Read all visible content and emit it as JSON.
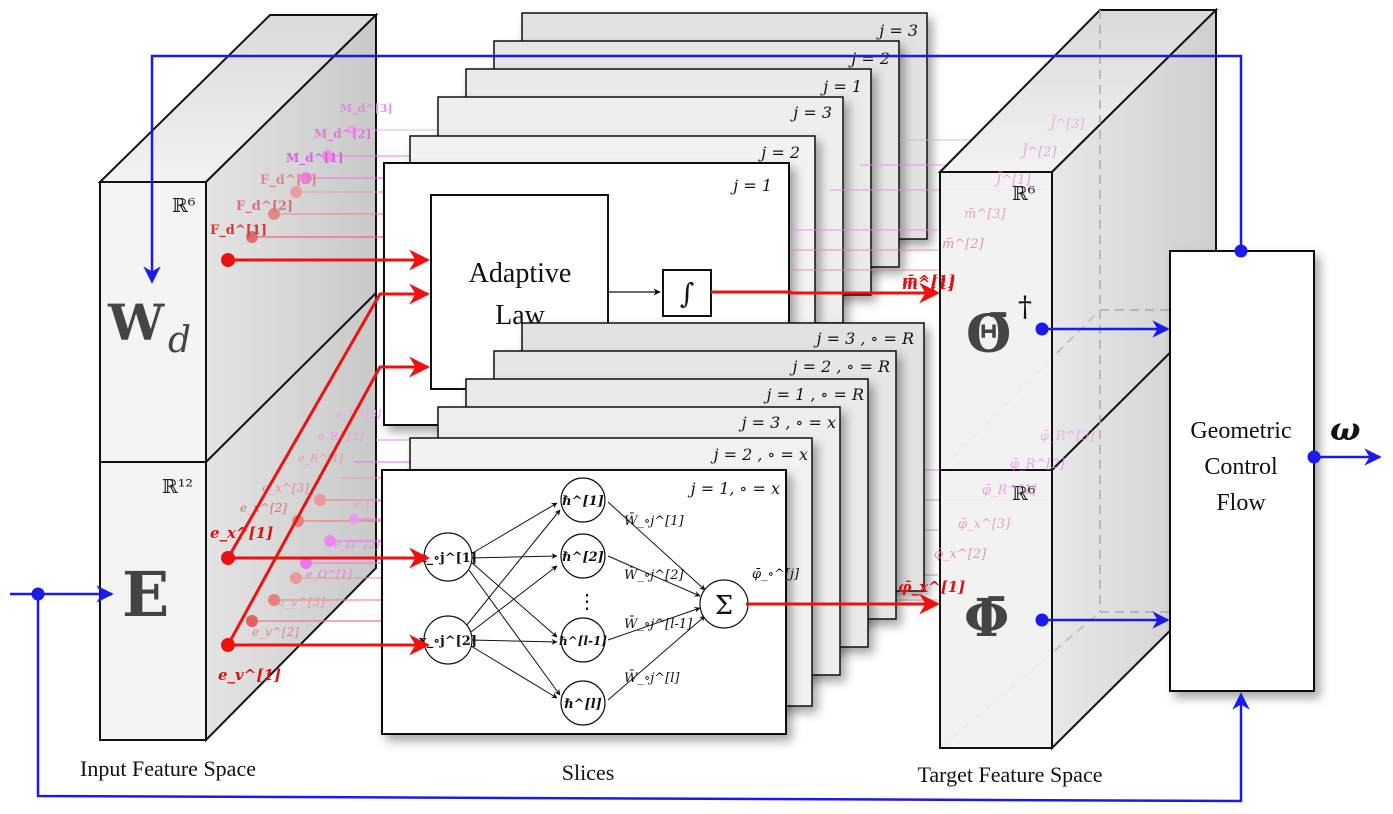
{
  "captions": {
    "input": "Input Feature Space",
    "slices": "Slices",
    "target": "Target Feature Space"
  },
  "input_space": {
    "upper_block": {
      "space": "ℝ⁶",
      "symbol": "W",
      "subscript": "d"
    },
    "lower_block": {
      "space": "ℝ¹²",
      "symbol": "E"
    },
    "wrench_features": [
      "F_d^[1]",
      "F_d^[2]",
      "F_d^[3]",
      "M_d^[1]",
      "M_d^[2]",
      "M_d^[3]"
    ],
    "error_features": [
      "e_x^[1]",
      "e_x^[2]",
      "e_x^[3]",
      "e_R^[1]",
      "e_R^[2]",
      "e_R^[3]",
      "e_Ω^[1]",
      "e_Ω^[2]",
      "e_Ω^[3]",
      "e_v^[1]",
      "e_v^[2]",
      "e_v^[3]"
    ]
  },
  "adaptive_slices": {
    "stack_labels": [
      "j = 3",
      "j = 2",
      "j = 1",
      "j = 3",
      "j = 2",
      "j = 1"
    ],
    "law_label_line1": "Adaptive",
    "law_label_line2": "Law",
    "integrator": "∫",
    "output": "m̄^[1]"
  },
  "network_slices": {
    "stack_labels": [
      "j = 3 , ∘ = R",
      "j = 2 , ∘ = R",
      "j = 1 , ∘ = R",
      "j = 3 , ∘ = x",
      "j = 2 , ∘ = x",
      "j = 1, ∘ = x"
    ],
    "inputs": [
      "x_∘j^[1]",
      "x_∘j^[2]"
    ],
    "hidden": [
      "ℏ^[1]",
      "ℏ^[2]",
      "⋮",
      "ℏ^[l-1]",
      "ℏ^[l]"
    ],
    "weights": [
      "W̄_∘j^[1]",
      "W̄_∘j^[2]",
      "W̄_∘j^[l-1]",
      "W̄_∘j^[l]"
    ],
    "sum": "Σ",
    "output": "φ̄_∘^[j]"
  },
  "target_space": {
    "upper_block": {
      "space": "ℝ⁶",
      "symbol": "Θ̄",
      "superscript": "†"
    },
    "lower_block": {
      "space": "ℝ⁶",
      "symbol": "Φ̄"
    },
    "upper_features": [
      "J̄^[3]",
      "J̄^[2]",
      "J̄^[1]",
      "m̄^[3]",
      "m̄^[2]",
      "m̄^[1]"
    ],
    "lower_features": [
      "φ̄_R^[3]",
      "φ̄_R^[2]",
      "φ̄_R^[1]",
      "φ̄_x^[3]",
      "φ̄_x^[2]",
      "φ̄_x^[1]"
    ]
  },
  "controller": {
    "line1": "Geometric",
    "line2": "Control",
    "line3": "Flow",
    "output": "ω"
  },
  "colors": {
    "flow": "#1a1aee",
    "force": "#ee1111",
    "moment": "#ee66ee",
    "block_face": "#f3f3f3",
    "block_side": "#d8d8d8"
  }
}
